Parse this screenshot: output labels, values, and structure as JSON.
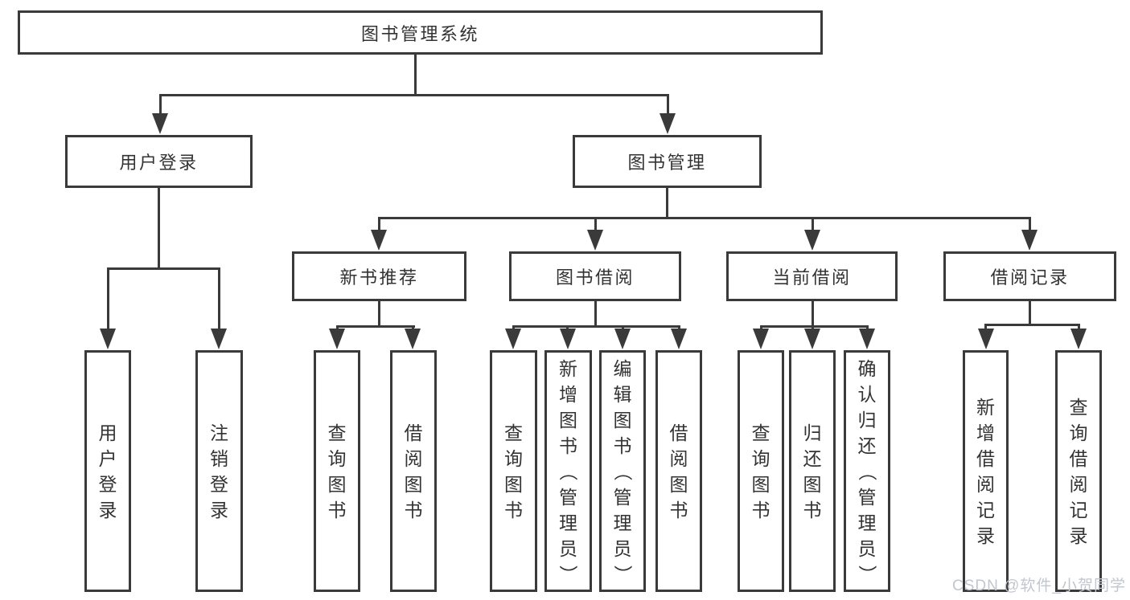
{
  "diagram": {
    "title": "图书管理系统",
    "level2": [
      {
        "label": "用户登录"
      },
      {
        "label": "图书管理"
      }
    ],
    "level3": [
      {
        "label": "新书推荐"
      },
      {
        "label": "图书借阅"
      },
      {
        "label": "当前借阅"
      },
      {
        "label": "借阅记录"
      }
    ],
    "leaves": {
      "user_login": [
        "用户登录",
        "注销登录"
      ],
      "new_book": [
        "查询图书",
        "借阅图书"
      ],
      "book_borrow": [
        "查询图书",
        "新增图书（管理员）",
        "编辑图书（管理员）",
        "借阅图书"
      ],
      "current_borrow": [
        "查询图书",
        "归还图书",
        "确认归还（管理员）"
      ],
      "borrow_record": [
        "新增借阅记录",
        "查询借阅记录"
      ]
    }
  },
  "watermark": "CSDN @软件_小贺同学",
  "colors": {
    "line": "#3a3a3a",
    "text": "#333333",
    "watermark": "#c2c6ce",
    "background": "#ffffff"
  }
}
